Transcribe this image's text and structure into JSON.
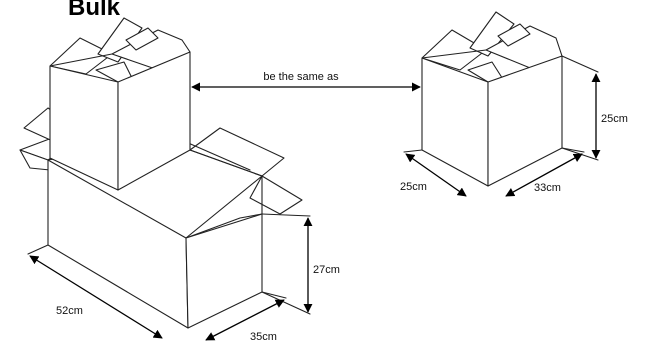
{
  "diagram": {
    "title": "Bulk",
    "relation_label": "be  the same as",
    "large_box": {
      "length": "52cm",
      "width": "35cm",
      "height": "27cm"
    },
    "small_box": {
      "length": "33cm",
      "width": "25cm",
      "height": "25cm"
    }
  }
}
